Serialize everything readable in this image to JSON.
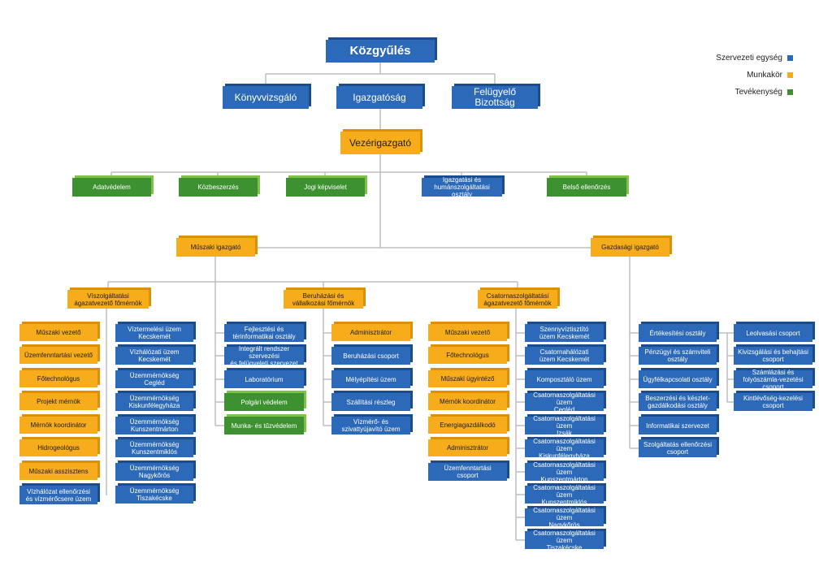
{
  "colors": {
    "unit": "#2c69b8",
    "role": "#f6ac1b",
    "activity": "#3d9130",
    "line": "#bdbdbd"
  },
  "legend": [
    {
      "label": "Szervezeti egység",
      "color": "#2c69b8"
    },
    {
      "label": "Munkakör",
      "color": "#f6ac1b"
    },
    {
      "label": "Tevékenység",
      "color": "#3d9130"
    }
  ],
  "top": {
    "kozgyules": "Közgyűlés",
    "konyvvizsgalo": "Könyvvizsgáló",
    "igazgatosag": "Igazgatóság",
    "felugyelo": "Felügyelő Bizottság",
    "vezerigazgato": "Vezérigazgató"
  },
  "ceo_units": {
    "adatvedelem": "Adatvédelem",
    "kozbeszerzes": "Közbeszerzés",
    "jogi": "Jogi képviselet",
    "igazgatasi": "Igazgatási és\nhumánszolgáltatási osztály",
    "belso": "Belső ellenőrzés"
  },
  "directors": {
    "muszaki": "Műszaki igazgató",
    "gazdasagi": "Gazdasági igazgató"
  },
  "vizszolg": {
    "head": "Víszolgáltatási\nágazatvezető főmérnök",
    "roles": [
      "Műszaki vezető",
      "Üzemfenntartási vezető",
      "Főtechnológus",
      "Projekt mérnök",
      "Mérnök koordinátor",
      "Hidrogeológus",
      "Műszaki asszisztens"
    ],
    "last_unit": "Vízhálózat ellenőrzési\nés vízmérőcsere üzem",
    "units": [
      "Víztermelési üzem\nKecskemét",
      "Vízhálózati üzem\nKecskemét",
      "Üzemmérnökség\nCegléd",
      "Üzemmérnökség\nKiskunfélegyháza",
      "Üzemmérnökség\nKunszentmárton",
      "Üzemmérnökség\nKunszentmiklós",
      "Üzemmérnökség\nNagykőrös",
      "Üzemmérnökség\nTiszakécske"
    ]
  },
  "muszaki_direct": {
    "fejlesztesi": "Fejlesztési és\ntérinformatikai osztály",
    "integralt": "Integrált rendszer szervezési\nés felügyeleti szervezet",
    "labor": "Laboratórium",
    "polgari": "Polgári védelem",
    "munka": "Munka- és tűzvédelem"
  },
  "beruhazasi": {
    "head": "Beruházási és\nvállalkozási főmérnök",
    "admin": "Adminisztrátor",
    "units": [
      "Beruházási csoport",
      "Mélyépítési üzem",
      "Szállítási részleg",
      "Vízmérő- és\nszivattyújavító üzem"
    ]
  },
  "csatorna": {
    "head": "Csatornaszolgáltatási\nágazatvezető főmérnök",
    "roles": [
      "Műszaki vezető",
      "Főtechnológus",
      "Műszaki ügyintéző",
      "Mérnök koordinátor",
      "Energiagazdálkodó",
      "Adminisztrátor"
    ],
    "left_unit": "Üzemfenntartási\ncsoport",
    "units": [
      "Szennyvíztisztító\nüzem Kecskemét",
      "Csatornahálózati\nüzem Kecskemét",
      "Komposztáló üzem",
      "Csatornaszolgáltatási üzem\nCegléd",
      "Csatornaszolgáltatási üzem\nIzsák",
      "Csatornaszolgáltatási üzem\nKiskunfélegyháza",
      "Csatornaszolgáltatási üzem\nKunszentmárton",
      "Csatornaszolgáltatási üzem\nKunszentmiklós",
      "Csatornaszolgáltatási üzem\nNagykőrös",
      "Csatornaszolgáltatási üzem\nTiszakécske"
    ]
  },
  "gazdasagi": {
    "left": [
      "Értékesítési osztály",
      "Pénzügyi és számviteli\nosztály",
      "Ügyfélkapcsolati osztály",
      "Beszerzési és készlet-\ngazdálkodási osztály",
      "Informatikai szervezet",
      "Szolgáltatás ellenőrzési\ncsoport"
    ],
    "right": [
      "Leolvasási csoport",
      "Kivizsgálási és behajtási\ncsoport",
      "Számlázási és\nfolyószámla-vezetési csoport",
      "Kintlévőség-kezelési\ncsoport"
    ]
  }
}
